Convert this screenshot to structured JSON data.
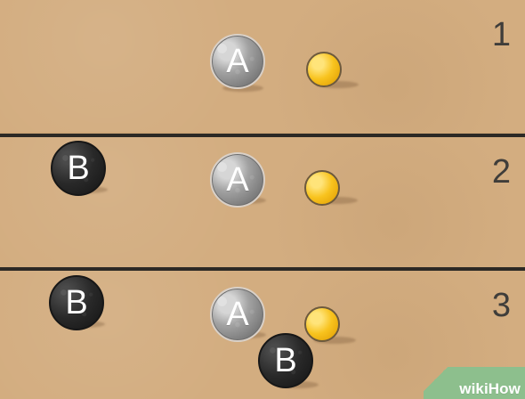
{
  "panels": [
    {
      "step": "1",
      "balls": [
        {
          "kind": "A",
          "label": "A"
        },
        {
          "kind": "jack"
        }
      ]
    },
    {
      "step": "2",
      "balls": [
        {
          "kind": "B",
          "label": "B"
        },
        {
          "kind": "A",
          "label": "A"
        },
        {
          "kind": "jack"
        }
      ]
    },
    {
      "step": "3",
      "balls": [
        {
          "kind": "B",
          "label": "B"
        },
        {
          "kind": "A",
          "label": "A"
        },
        {
          "kind": "jack"
        },
        {
          "kind": "B",
          "label": "B"
        }
      ]
    }
  ],
  "colors": {
    "background": "#d3ad80",
    "divider": "#2c2925",
    "number_text": "#3f3d3a",
    "ball_a": "#8f8f8f",
    "ball_b": "#1f1f1f",
    "jack": "#f8c31e",
    "watermark": "#8dbf8d"
  },
  "watermark": {
    "text": "wikiHow"
  }
}
